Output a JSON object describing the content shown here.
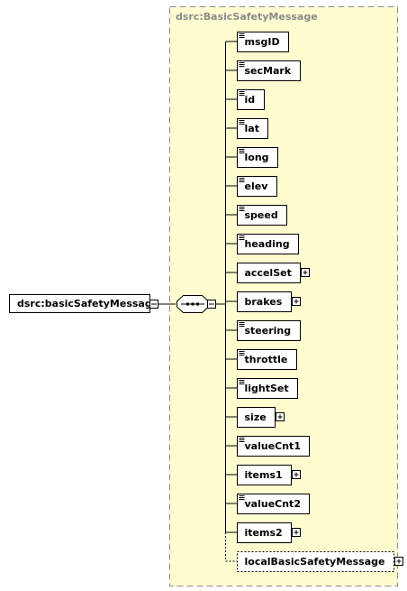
{
  "type_name": "dsrc:BasicSafetyMessage",
  "root_element": {
    "name": "dsrc:basicSafetyMessage",
    "expandable": true
  },
  "compositor": {
    "kind": "sequence",
    "icon": "sequence-icon"
  },
  "elements": [
    {
      "name": "msgID",
      "expandable": false,
      "optional": false
    },
    {
      "name": "secMark",
      "expandable": false,
      "optional": false
    },
    {
      "name": "id",
      "expandable": false,
      "optional": false
    },
    {
      "name": "lat",
      "expandable": false,
      "optional": false
    },
    {
      "name": "long",
      "expandable": false,
      "optional": false
    },
    {
      "name": "elev",
      "expandable": false,
      "optional": false
    },
    {
      "name": "speed",
      "expandable": false,
      "optional": false
    },
    {
      "name": "heading",
      "expandable": false,
      "optional": false
    },
    {
      "name": "accelSet",
      "expandable": true,
      "optional": false
    },
    {
      "name": "brakes",
      "expandable": true,
      "optional": false
    },
    {
      "name": "steering",
      "expandable": false,
      "optional": false
    },
    {
      "name": "throttle",
      "expandable": false,
      "optional": false
    },
    {
      "name": "lightSet",
      "expandable": false,
      "optional": false
    },
    {
      "name": "size",
      "expandable": true,
      "optional": false
    },
    {
      "name": "valueCnt1",
      "expandable": false,
      "optional": false
    },
    {
      "name": "items1",
      "expandable": true,
      "optional": false
    },
    {
      "name": "valueCnt2",
      "expandable": false,
      "optional": false
    },
    {
      "name": "items2",
      "expandable": true,
      "optional": false
    },
    {
      "name": "localBasicSafetyMessage",
      "expandable": true,
      "optional": true
    }
  ],
  "colors": {
    "type_panel_fill": "#fffdd0",
    "type_panel_border": "#8c8c8c",
    "line": "#000000",
    "box_fill": "#ffffff"
  }
}
